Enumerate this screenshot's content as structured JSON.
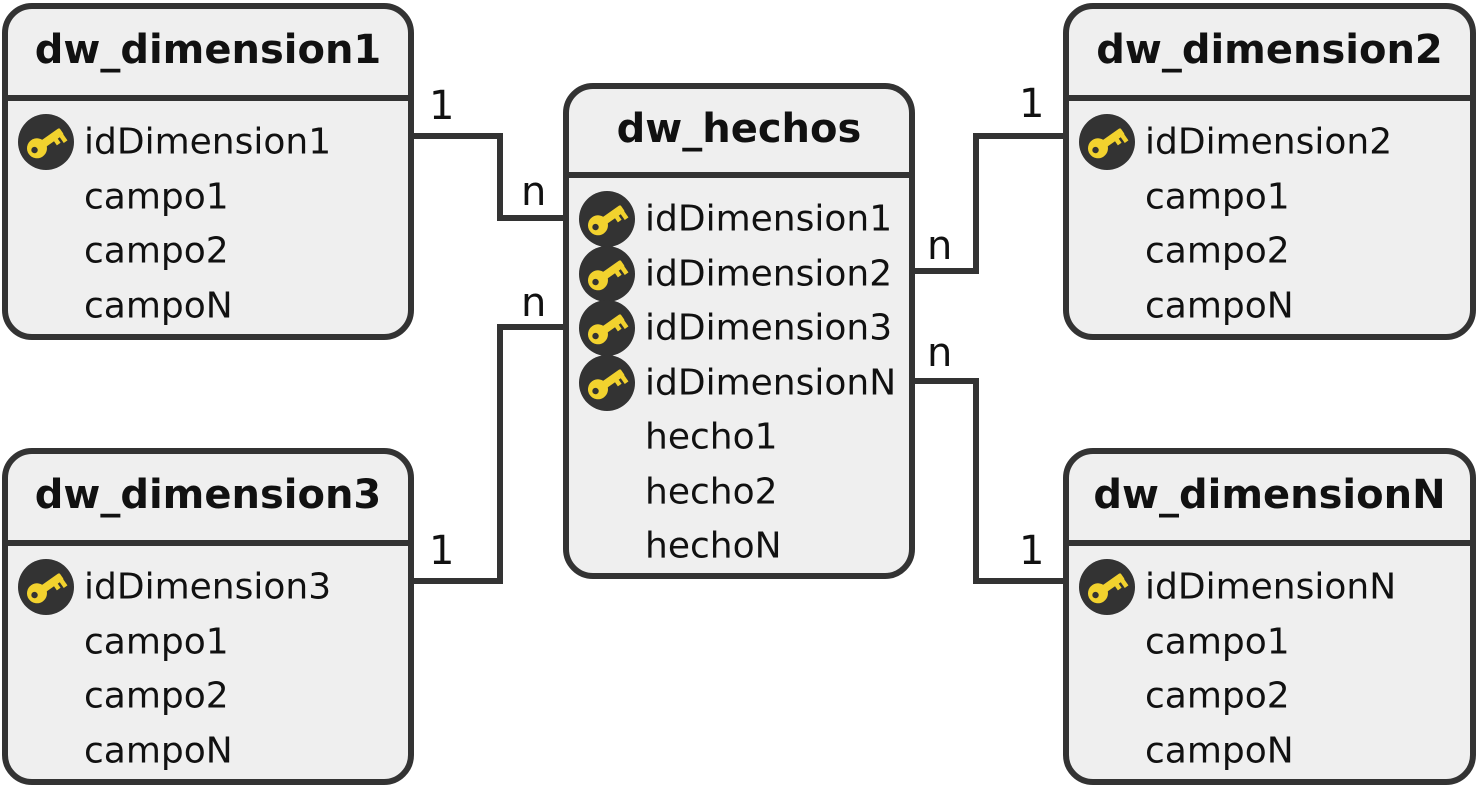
{
  "colors": {
    "box_fill": "#efefef",
    "stroke": "#333333",
    "key_fill": "#f2d22e",
    "text": "#111111"
  },
  "tables": {
    "dim1": {
      "title": "dw_dimension1",
      "fields": [
        "idDimension1",
        "campo1",
        "campo2",
        "campoN"
      ]
    },
    "dim2": {
      "title": "dw_dimension2",
      "fields": [
        "idDimension2",
        "campo1",
        "campo2",
        "campoN"
      ]
    },
    "dim3": {
      "title": "dw_dimension3",
      "fields": [
        "idDimension3",
        "campo1",
        "campo2",
        "campoN"
      ]
    },
    "dimN": {
      "title": "dw_dimensionN",
      "fields": [
        "idDimensionN",
        "campo1",
        "campo2",
        "campoN"
      ]
    },
    "hechos": {
      "title": "dw_hechos",
      "fields": [
        "idDimension1",
        "idDimension2",
        "idDimension3",
        "idDimensionN",
        "hecho1",
        "hecho2",
        "hechoN"
      ]
    }
  },
  "relationships": [
    {
      "from": "dw_dimension1.idDimension1",
      "to": "dw_hechos.idDimension1",
      "one_label": "1",
      "many_label": "n"
    },
    {
      "from": "dw_dimension2.idDimension2",
      "to": "dw_hechos.idDimension2",
      "one_label": "1",
      "many_label": "n"
    },
    {
      "from": "dw_dimension3.idDimension3",
      "to": "dw_hechos.idDimension3",
      "one_label": "1",
      "many_label": "n"
    },
    {
      "from": "dw_dimensionN.idDimensionN",
      "to": "dw_hechos.idDimensionN",
      "one_label": "1",
      "many_label": "n"
    }
  ],
  "key_icon": "key-icon"
}
